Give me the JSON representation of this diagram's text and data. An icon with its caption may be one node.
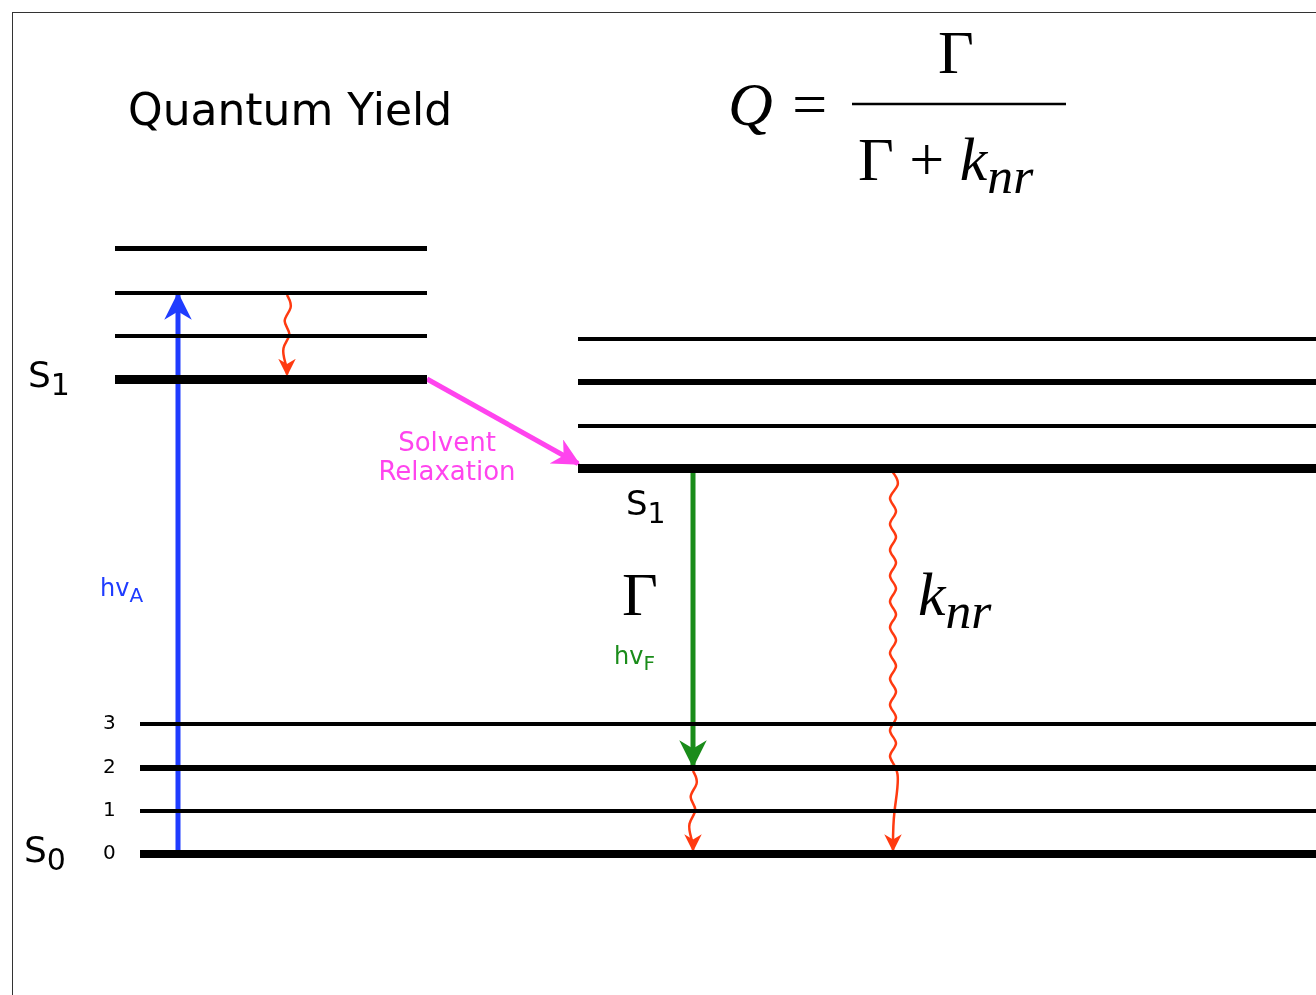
{
  "diagram": {
    "title": "Quantum Yield",
    "nodes": [
      {
        "text": [],
        "shape": "bar"
      },
      {
        "text": [],
        "shape": "bar"
      },
      {
        "text": [],
        "shape": "bar"
      },
      {
        "text": [],
        "shape": "bar",
        "beside": [
          "S$_{1}$"
        ]
      },
      {
        "text": [],
        "shape": "bar"
      },
      {
        "text": [],
        "shape": "bar"
      },
      {
        "text": [],
        "shape": "bar"
      },
      {
        "text": [],
        "shape": "bar",
        "beside": [
          "S$_{1}$"
        ]
      },
      {
        "text": [],
        "shape": "bar",
        "beside": [
          "3"
        ]
      },
      {
        "text": [],
        "shape": "bar",
        "beside": [
          "2"
        ]
      },
      {
        "text": [],
        "shape": "bar",
        "beside": [
          "1"
        ]
      },
      {
        "text": [],
        "shape": "bar",
        "beside": [
          "S$_{0}$",
          "0"
        ]
      }
    ],
    "edges": [
      {
        "from": 11,
        "to": 1,
        "arrow": "to",
        "label": "hv$_{A}$",
        "style": "thick",
        "color": "#1f3cff"
      },
      {
        "from": 1,
        "to": 3,
        "arrow": "to",
        "color": "#ff3a10"
      },
      {
        "from": 3,
        "to": 7,
        "arrow": "to",
        "label": "Solvent Relaxation",
        "style": "thick",
        "color": "#ff44ee"
      },
      {
        "from": 7,
        "to": 9,
        "arrow": "to",
        "label": "Γ",
        "style": "thick",
        "color": "#1a8c1a"
      },
      {
        "from": 9,
        "to": 11,
        "arrow": "to",
        "color": "#ff3a10"
      },
      {
        "from": 7,
        "to": 11,
        "arrow": "to",
        "label": "k$_{nr}$",
        "color": "#ff3a10"
      }
    ],
    "labels": [
      "Q =",
      "Γ",
      "Γ + *k*$_{nr}$",
      "hv$_{F}$"
    ]
  }
}
